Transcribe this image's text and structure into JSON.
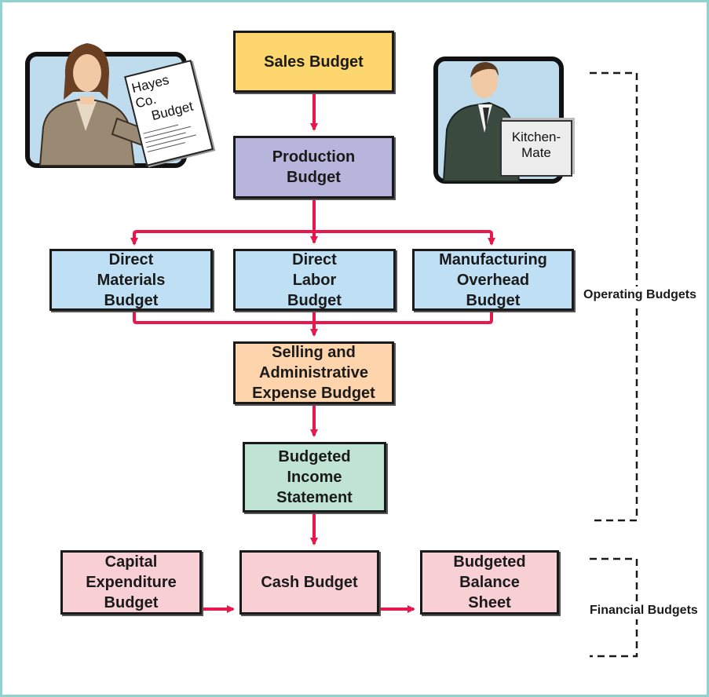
{
  "boxes": {
    "sales": "Sales Budget",
    "production": "Production\nBudget",
    "direct_materials": "Direct\nMaterials\nBudget",
    "direct_labor": "Direct\nLabor\nBudget",
    "manufacturing_overhead": "Manufacturing\nOverhead\nBudget",
    "selling_admin": "Selling and\nAdministrative\nExpense Budget",
    "budgeted_income": "Budgeted\nIncome\nStatement",
    "capital_expenditure": "Capital\nExpenditure\nBudget",
    "cash": "Cash Budget",
    "budgeted_balance": "Budgeted\nBalance\nSheet"
  },
  "groups": {
    "operating": "Operating Budgets",
    "financial": "Financial Budgets"
  },
  "illustrations": {
    "document_line1": "Hayes Co.",
    "document_line2": "Budget",
    "package_line1": "Kitchen-",
    "package_line2": "Mate"
  },
  "colors": {
    "arrow": "#e8184c",
    "sales": "#fdd66e",
    "production": "#b7b5dc",
    "manufacturing_costs": "#bfe0f4",
    "selling_admin": "#fdd4ac",
    "income": "#c0e4d3",
    "financial": "#f9cfd6"
  }
}
